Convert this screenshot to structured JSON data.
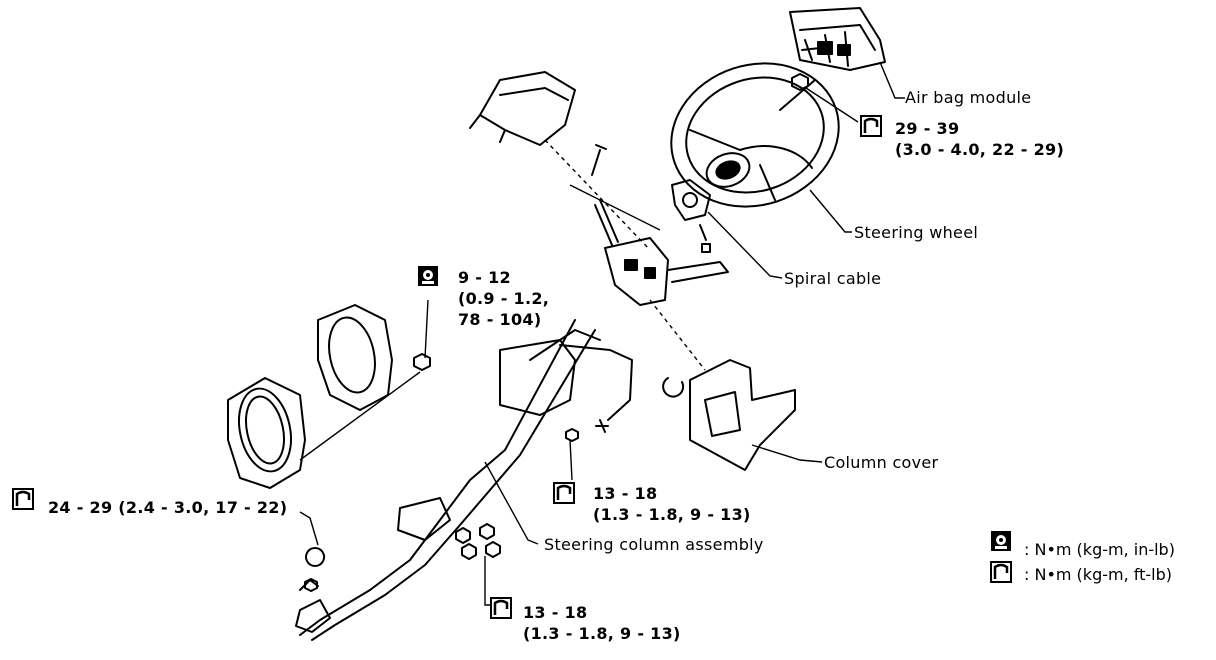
{
  "labels": {
    "airbag": "Air bag module",
    "wheel": "Steering wheel",
    "spiral": "Spiral cable",
    "cover": "Column cover",
    "column": "Steering column assembly"
  },
  "torques": {
    "t1": {
      "main": "29 - 39",
      "sub": "(3.0 - 4.0, 22 - 29)",
      "icon": "torque-wrench-ftlb-icon"
    },
    "t2": {
      "main": "9 - 12",
      "sub1": "(0.9 - 1.2,",
      "sub2": "78 - 104)",
      "icon": "torque-wrench-inlb-icon"
    },
    "t3": {
      "main": "13 - 18",
      "sub": "(1.3 - 1.8, 9 - 13)",
      "icon": "torque-wrench-ftlb-icon"
    },
    "t4": {
      "main": "24 - 29 (2.4 - 3.0, 17 - 22)",
      "icon": "torque-wrench-ftlb-icon"
    },
    "t5": {
      "main": "13 - 18",
      "sub": "(1.3 - 1.8, 9 - 13)",
      "icon": "torque-wrench-ftlb-icon"
    }
  },
  "legend": {
    "inlb": ": N•m (kg-m, in-lb)",
    "ftlb": ": N•m (kg-m, ft-lb)"
  }
}
